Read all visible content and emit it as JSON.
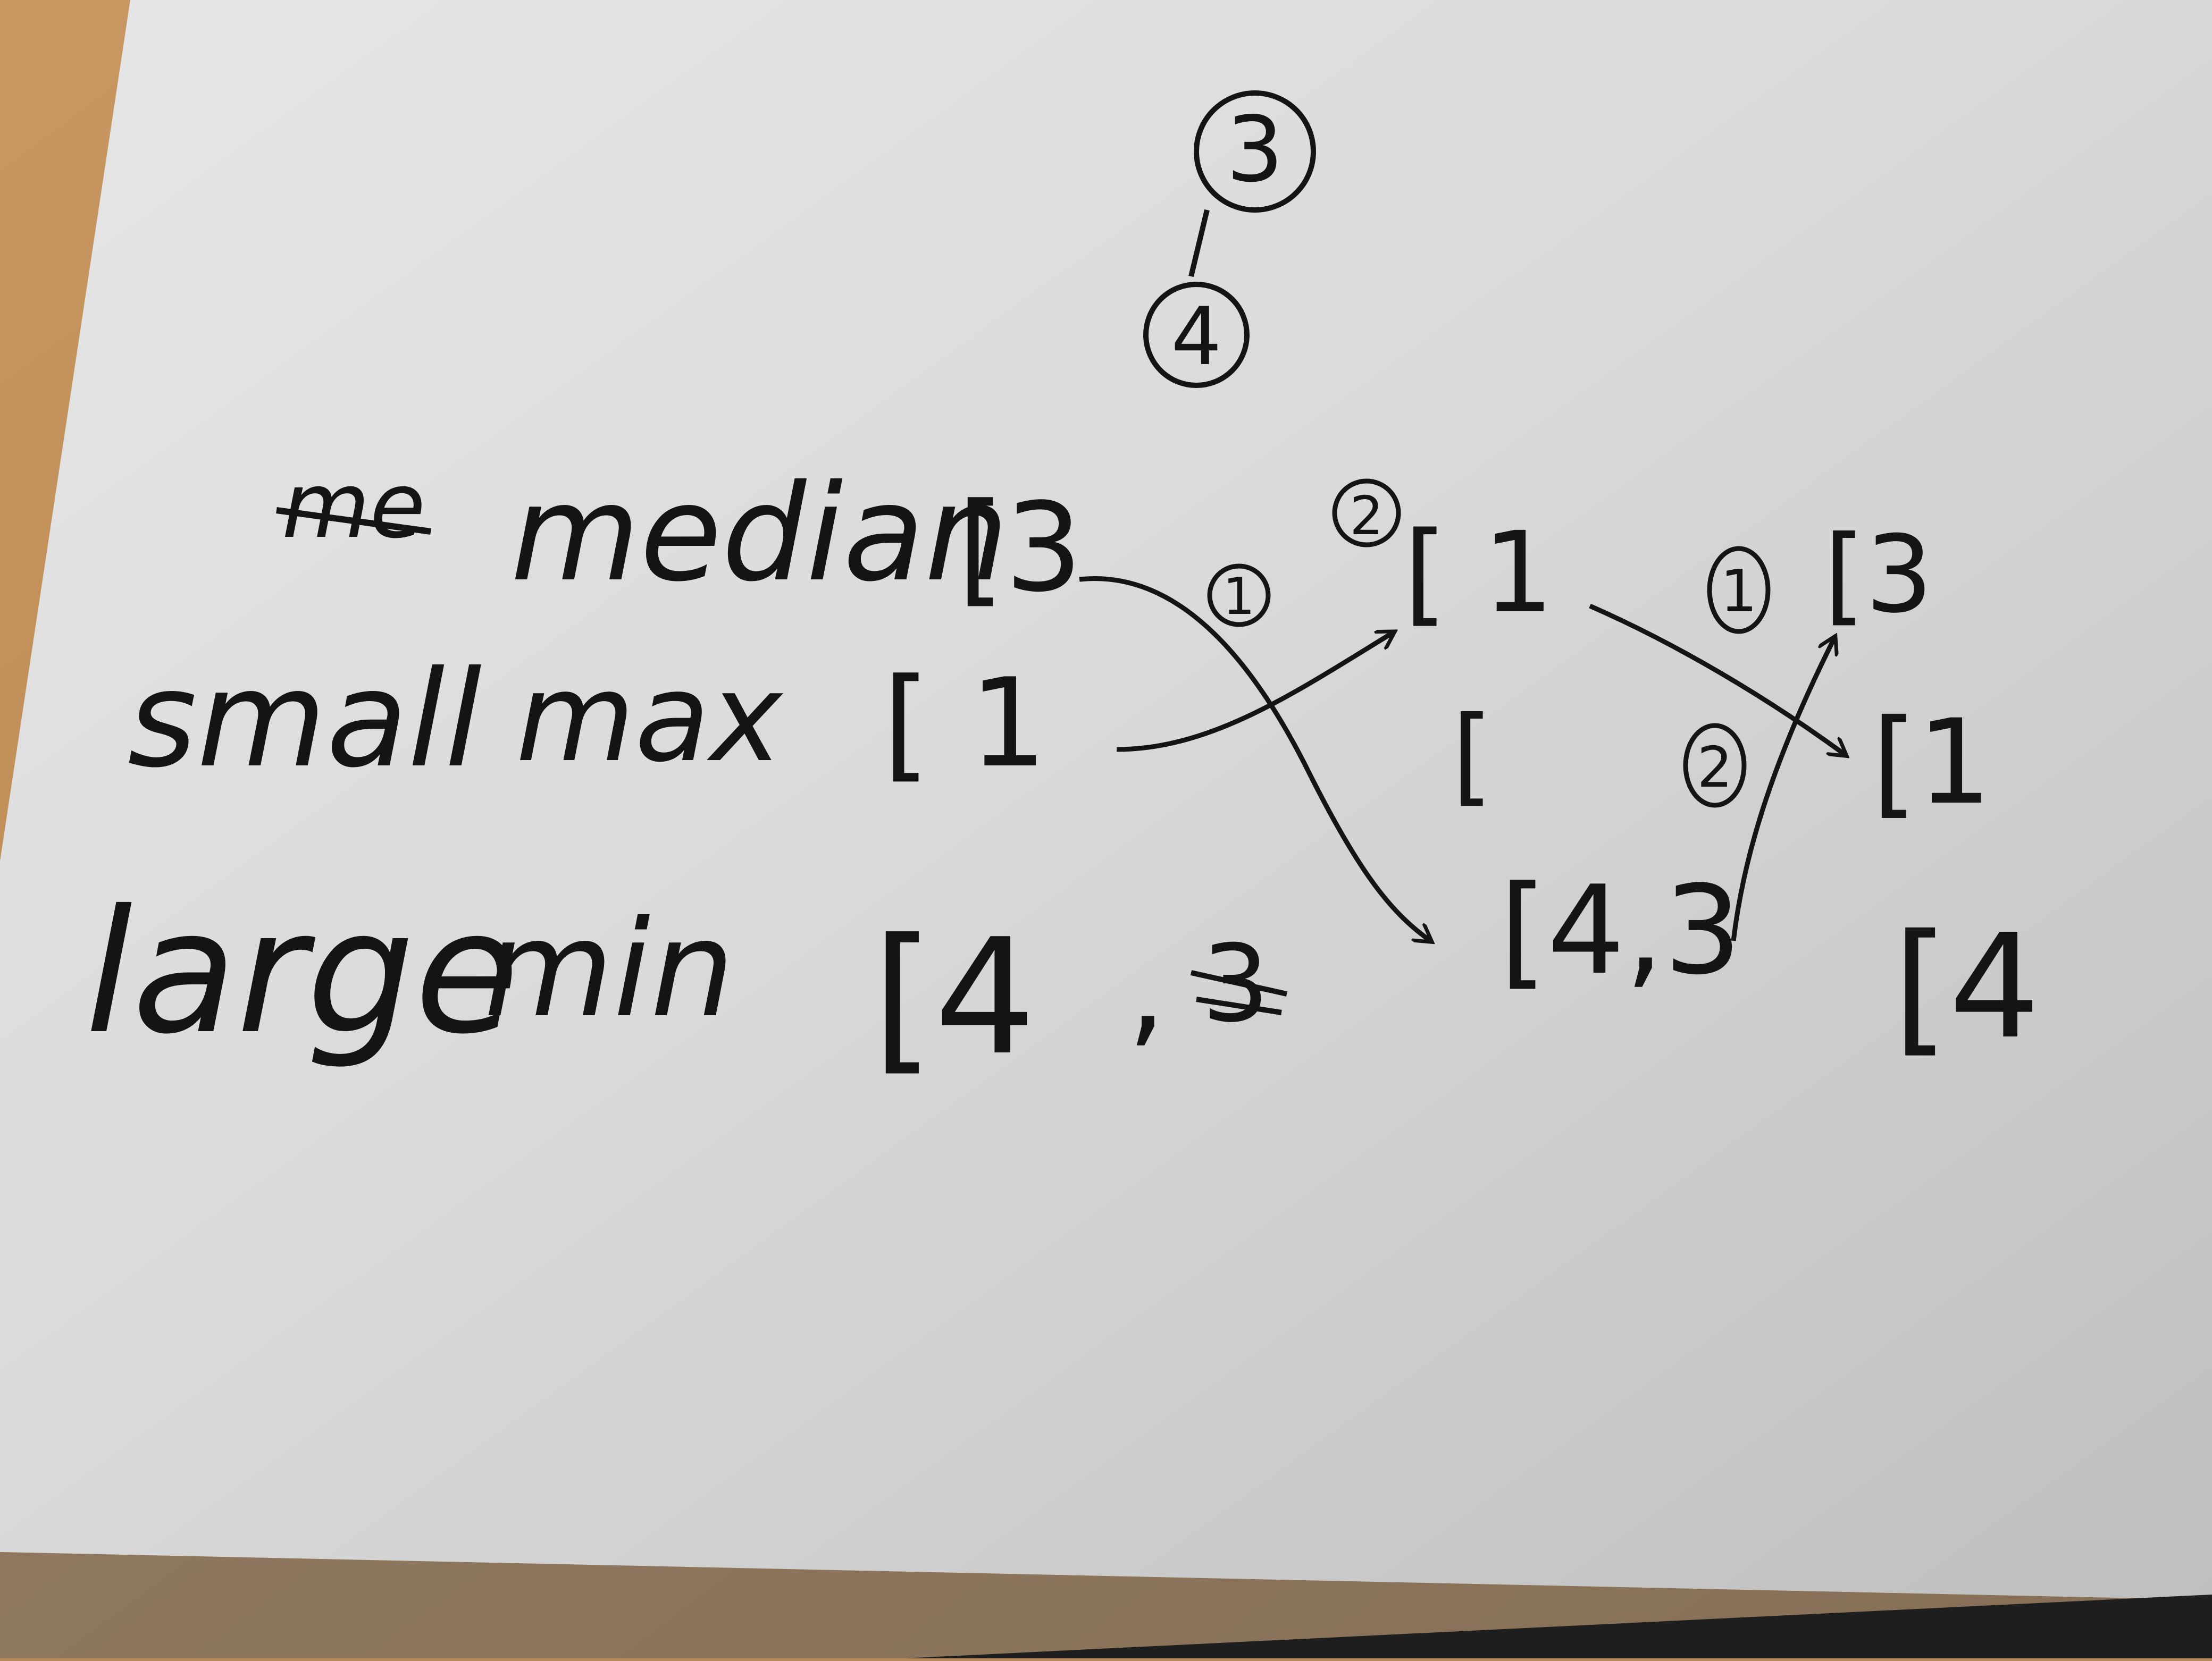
{
  "scene": {
    "description_colors": {
      "desk": "#c08b56",
      "paper": "#dcdcdc",
      "ink": "#141414",
      "shadow": "#2a2a2a"
    }
  },
  "labels": {
    "median": "median",
    "small": "small",
    "max": "max",
    "large": "large",
    "min": "min",
    "struck_prefix": "me"
  },
  "columns": {
    "initial": {
      "median": "[3",
      "small_max": "[ 1",
      "large_min_bracket": "[4",
      "large_min_comma": ",",
      "large_min_struck": "3"
    },
    "step1": {
      "median": "[ 1",
      "small_max": "[",
      "large_min": "[4,3"
    },
    "step2": {
      "median": "[3",
      "small_max": "[1",
      "large_min": "[4"
    }
  },
  "markers": {
    "top_a": "3",
    "top_b": "4",
    "step1_a": "1",
    "step1_b": "2",
    "step2_a": "1",
    "step2_b": "2"
  }
}
